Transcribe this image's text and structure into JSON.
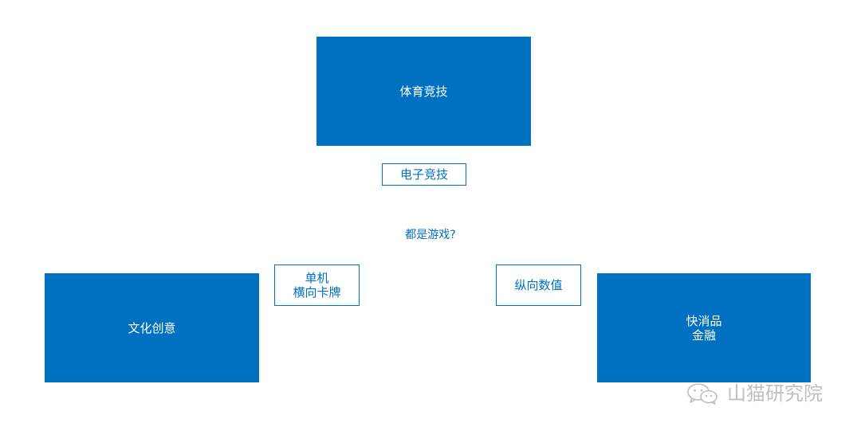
{
  "nodes": {
    "sports": {
      "label": "体育竞技"
    },
    "esports": {
      "label": "电子竞技"
    },
    "question": {
      "label": "都是游戏?"
    },
    "culture": {
      "label": "文化创意"
    },
    "single_horizontal": {
      "line1": "单机",
      "line2": "横向卡牌"
    },
    "vertical_numeric": {
      "label": "纵向数值"
    },
    "fmcg_finance": {
      "line1": "快消品",
      "line2": "金融"
    }
  },
  "watermark": {
    "icon": "wechat-icon",
    "text": "山猫研究院"
  },
  "colors": {
    "primary": "#0070c0",
    "background": "#ffffff",
    "watermark": "#c0c0c0"
  }
}
